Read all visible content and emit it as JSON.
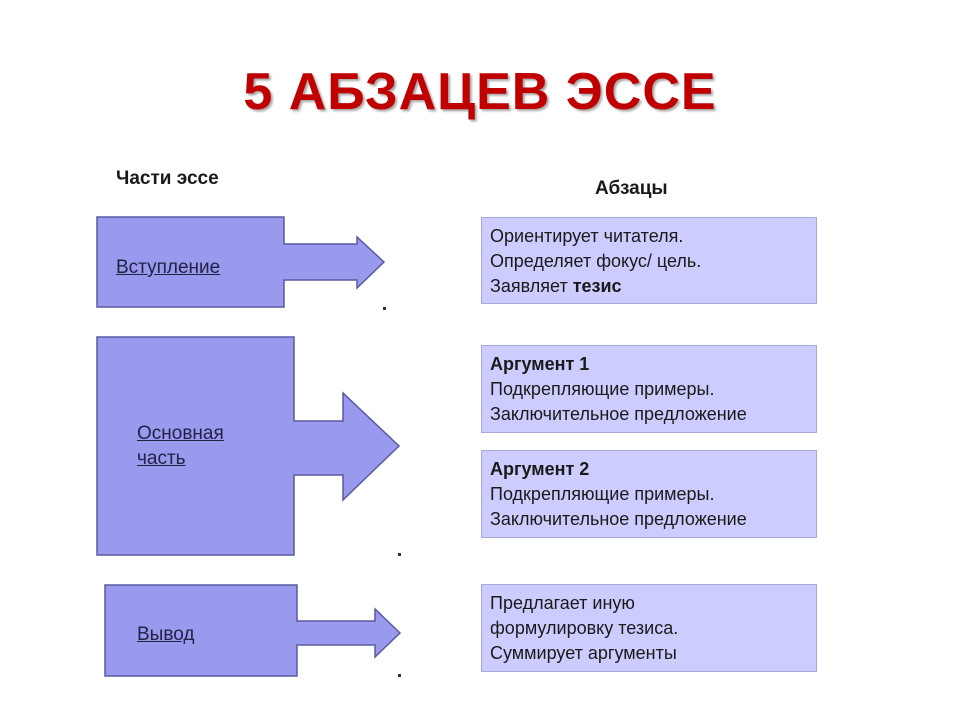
{
  "title": "5 АБЗАЦЕВ ЭССЕ",
  "headers": {
    "parts": "Части эссе",
    "paragraphs": "Абзацы"
  },
  "parts": [
    {
      "label": "Вступление"
    },
    {
      "label_line1": "Основная",
      "label_line2": "часть"
    },
    {
      "label": "Вывод"
    }
  ],
  "paragraphs": {
    "intro": {
      "line1": "Ориентирует читателя.",
      "line2": "Определяет фокус/ цель.",
      "line3_prefix": "Заявляет ",
      "line3_bold": "тезис"
    },
    "argument1": {
      "heading": "Аргумент 1",
      "line2": "Подкрепляющие примеры.",
      "line3": "Заключительное предложение"
    },
    "argument2": {
      "heading": "Аргумент 2",
      "line2": "Подкрепляющие примеры.",
      "line3": "Заключительное предложение"
    },
    "conclusion": {
      "line1": "Предлагает иную",
      "line2": "формулировку тезиса.",
      "line3": "Суммирует аргументы"
    }
  },
  "colors": {
    "title": "#c00000",
    "shape_fill": "#9999ee",
    "shape_stroke": "#5a5aa0",
    "box_fill": "#ccccff"
  }
}
